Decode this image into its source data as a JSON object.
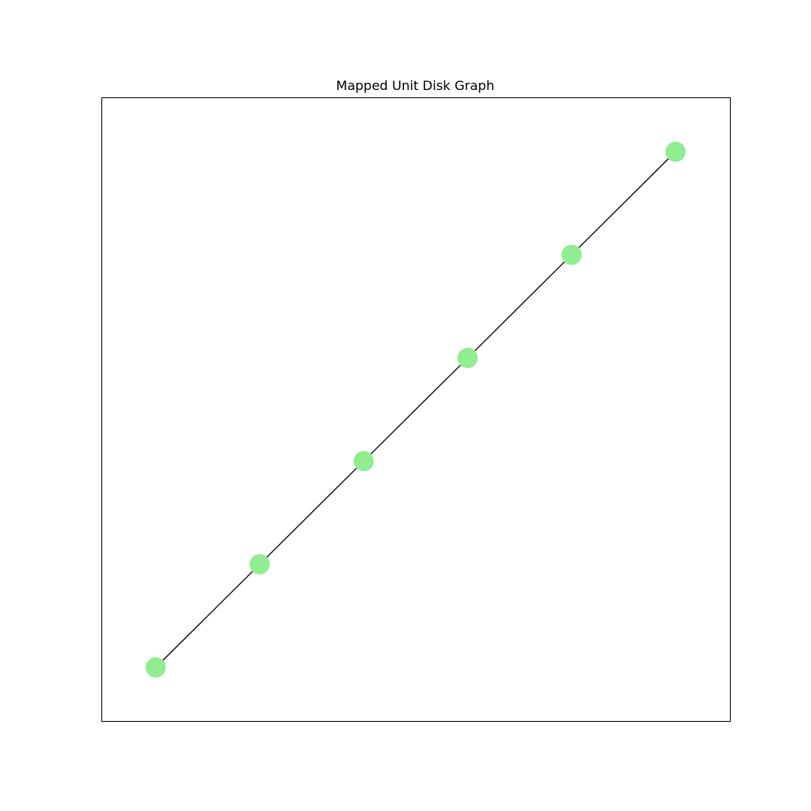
{
  "figure": {
    "title": "Mapped Unit Disk Graph"
  },
  "graph": {
    "node_color": "#90ee90",
    "edge_color": "#000000",
    "frame_color": "#000000",
    "nodes": [
      {
        "id": "n0",
        "x": 0,
        "y": 0
      },
      {
        "id": "n1",
        "x": 1,
        "y": 1
      },
      {
        "id": "n2",
        "x": 2,
        "y": 2
      },
      {
        "id": "n3",
        "x": 3,
        "y": 3
      },
      {
        "id": "n4",
        "x": 4,
        "y": 4
      },
      {
        "id": "n5",
        "x": 5,
        "y": 5
      }
    ],
    "edges": [
      [
        "n0",
        "n1"
      ],
      [
        "n1",
        "n2"
      ],
      [
        "n2",
        "n3"
      ],
      [
        "n3",
        "n4"
      ],
      [
        "n4",
        "n5"
      ]
    ]
  }
}
